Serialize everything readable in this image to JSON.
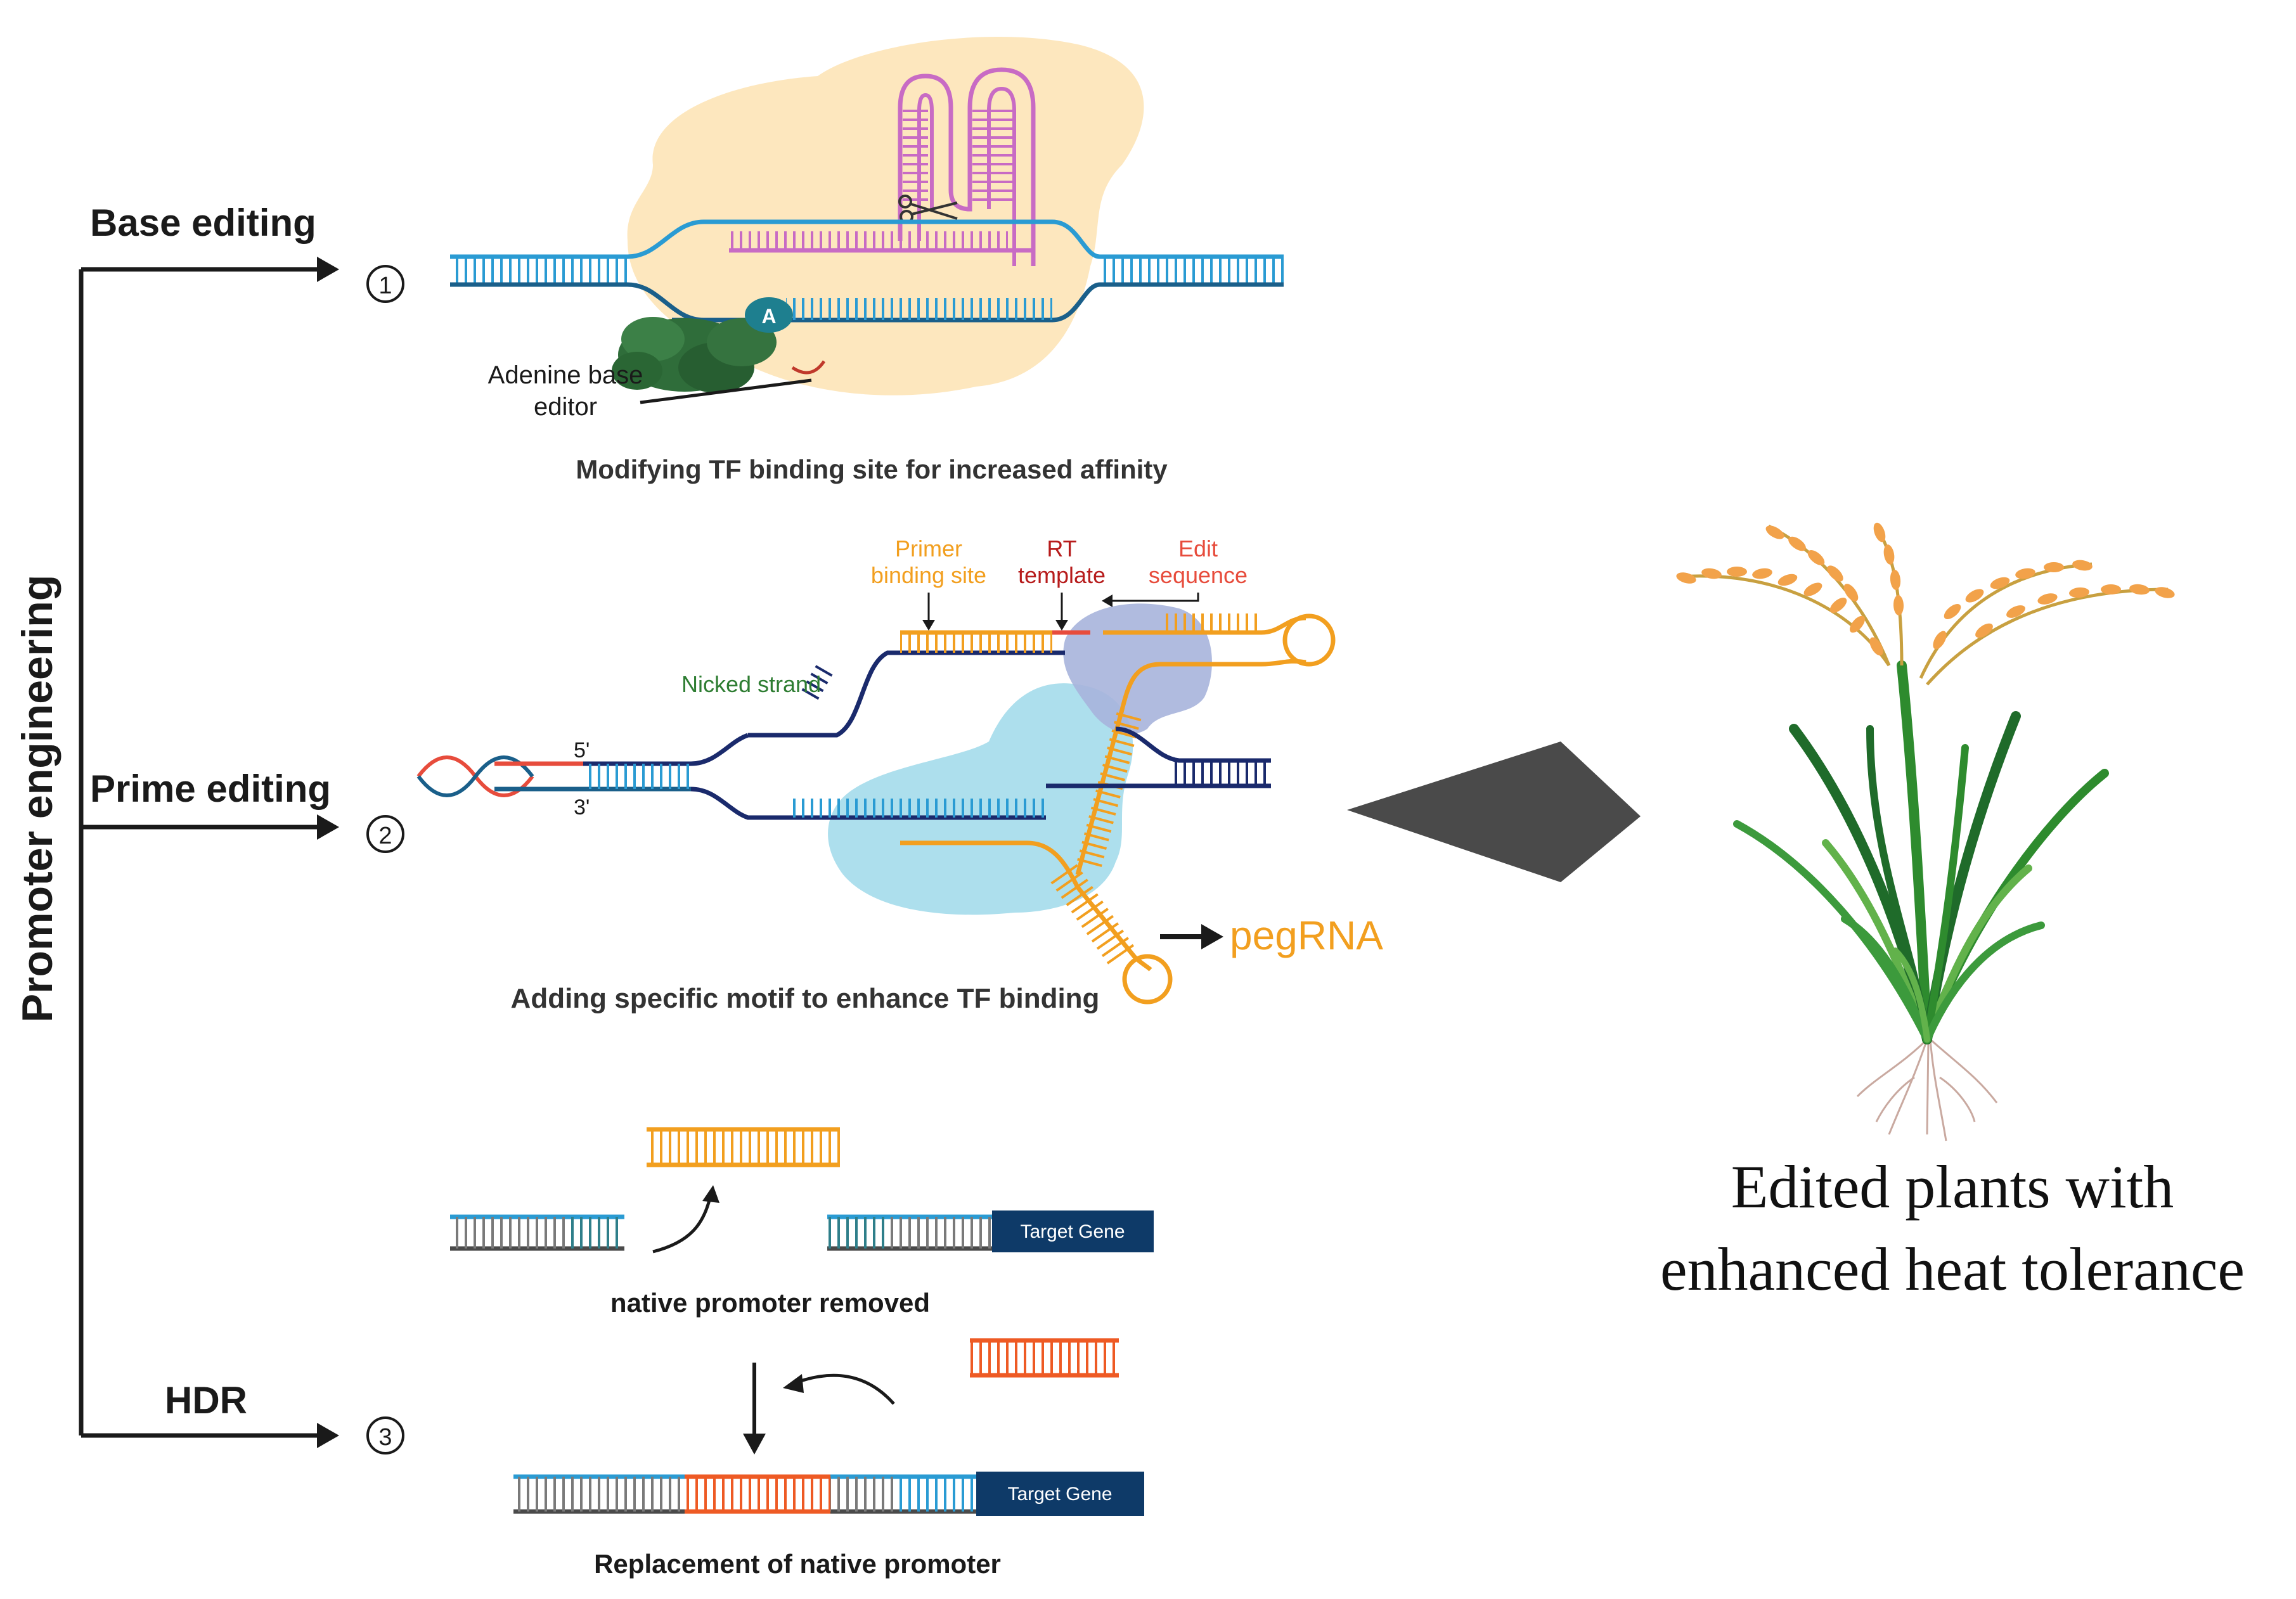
{
  "labels": {
    "vertical_title": "Promoter engineering",
    "base_editing": "Base editing",
    "prime_editing": "Prime editing",
    "hdr": "HDR",
    "step1": "1",
    "step2": "2",
    "step3": "3",
    "adenine_line1": "Adenine base",
    "adenine_line2": "editor",
    "a_base": "A",
    "caption1": "Modifying TF binding site for increased affinity",
    "primer_line1": "Primer",
    "primer_line2": "binding site",
    "rt_line1": "RT",
    "rt_line2": "template",
    "edit_line1": "Edit",
    "edit_line2": "sequence",
    "nicked_strand": "Nicked strand",
    "five_prime": "5'",
    "three_prime": "3'",
    "pegrna": "pegRNA",
    "caption2": "Adding specific motif to enhance TF binding",
    "target_gene": "Target Gene",
    "caption3a": "native promoter removed",
    "caption3b": "Replacement of native promoter",
    "result_line1": "Edited plants with",
    "result_line2": "enhanced heat tolerance"
  },
  "colors": {
    "dna_blue": "#2a9bd3",
    "dna_navy": "#1a2a6c",
    "template_orange": "#f29f1f",
    "insert_red": "#ee5a24",
    "guide_pink": "#c86bc4",
    "cas_peach": "#fde6bb",
    "cas_light_blue": "#9fd9ea",
    "rt_lavender": "#a7b4dc",
    "editor_green": "#2f6d3a",
    "plant_green": "#2e8b2e",
    "grain_orange": "#f2a24a",
    "arrow_gray": "#4a4a4a",
    "target_gene_box": "#0e3a68"
  }
}
